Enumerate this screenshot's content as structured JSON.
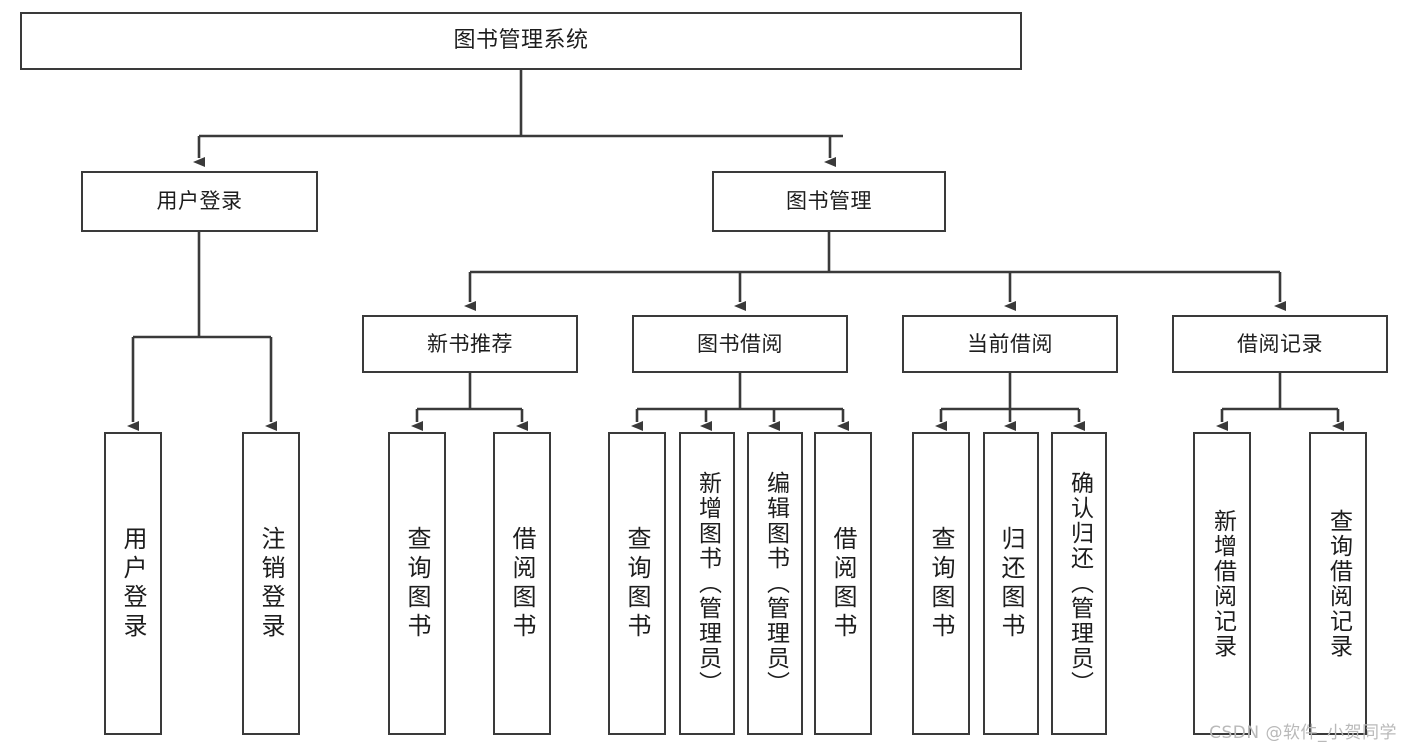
{
  "diagram": {
    "title": "图书管理系统",
    "watermark": "CSDN @软件_小贺同学",
    "colors": {
      "stroke": "#3a3a3a",
      "fill": "#ffffff",
      "text": "#1d1d1d",
      "watermark": "#b9b9b9"
    },
    "nodes": [
      {
        "id": "root",
        "label": "图书管理系统",
        "level": 1,
        "orientation": "horizontal"
      },
      {
        "id": "login",
        "label": "用户登录",
        "level": 2,
        "orientation": "horizontal"
      },
      {
        "id": "bookmgmt",
        "label": "图书管理",
        "level": 2,
        "orientation": "horizontal"
      },
      {
        "id": "newbook",
        "label": "新书推荐",
        "level": 3,
        "orientation": "horizontal"
      },
      {
        "id": "borrow",
        "label": "图书借阅",
        "level": 3,
        "orientation": "horizontal"
      },
      {
        "id": "current",
        "label": "当前借阅",
        "level": 3,
        "orientation": "horizontal"
      },
      {
        "id": "records",
        "label": "借阅记录",
        "level": 3,
        "orientation": "horizontal"
      },
      {
        "id": "leaf-1",
        "label": "用户登录",
        "level": 4,
        "orientation": "vertical",
        "parent": "login"
      },
      {
        "id": "leaf-2",
        "label": "注销登录",
        "level": 4,
        "orientation": "vertical",
        "parent": "login"
      },
      {
        "id": "leaf-3",
        "label": "查询图书",
        "level": 4,
        "orientation": "vertical",
        "parent": "newbook"
      },
      {
        "id": "leaf-4",
        "label": "借阅图书",
        "level": 4,
        "orientation": "vertical",
        "parent": "newbook"
      },
      {
        "id": "leaf-5",
        "label": "查询图书",
        "level": 4,
        "orientation": "vertical",
        "parent": "borrow"
      },
      {
        "id": "leaf-6",
        "label": "新增图书（管理员）",
        "level": 4,
        "orientation": "vertical",
        "parent": "borrow"
      },
      {
        "id": "leaf-7",
        "label": "编辑图书（管理员）",
        "level": 4,
        "orientation": "vertical",
        "parent": "borrow"
      },
      {
        "id": "leaf-8",
        "label": "借阅图书",
        "level": 4,
        "orientation": "vertical",
        "parent": "borrow"
      },
      {
        "id": "leaf-9",
        "label": "查询图书",
        "level": 4,
        "orientation": "vertical",
        "parent": "current"
      },
      {
        "id": "leaf-10",
        "label": "归还图书",
        "level": 4,
        "orientation": "vertical",
        "parent": "current"
      },
      {
        "id": "leaf-11",
        "label": "确认归还（管理员）",
        "level": 4,
        "orientation": "vertical",
        "parent": "current"
      },
      {
        "id": "leaf-12",
        "label": "新增借阅记录",
        "level": 4,
        "orientation": "vertical",
        "parent": "records"
      },
      {
        "id": "leaf-13",
        "label": "查询借阅记录",
        "level": 4,
        "orientation": "vertical",
        "parent": "records"
      }
    ],
    "edges": [
      {
        "from": "root",
        "to": "login"
      },
      {
        "from": "root",
        "to": "bookmgmt"
      },
      {
        "from": "bookmgmt",
        "to": "newbook"
      },
      {
        "from": "bookmgmt",
        "to": "borrow"
      },
      {
        "from": "bookmgmt",
        "to": "current"
      },
      {
        "from": "bookmgmt",
        "to": "records"
      },
      {
        "from": "login",
        "to": "leaf-1"
      },
      {
        "from": "login",
        "to": "leaf-2"
      },
      {
        "from": "newbook",
        "to": "leaf-3"
      },
      {
        "from": "newbook",
        "to": "leaf-4"
      },
      {
        "from": "borrow",
        "to": "leaf-5"
      },
      {
        "from": "borrow",
        "to": "leaf-6"
      },
      {
        "from": "borrow",
        "to": "leaf-7"
      },
      {
        "from": "borrow",
        "to": "leaf-8"
      },
      {
        "from": "current",
        "to": "leaf-9"
      },
      {
        "from": "current",
        "to": "leaf-10"
      },
      {
        "from": "current",
        "to": "leaf-11"
      },
      {
        "from": "records",
        "to": "leaf-12"
      },
      {
        "from": "records",
        "to": "leaf-13"
      }
    ]
  }
}
